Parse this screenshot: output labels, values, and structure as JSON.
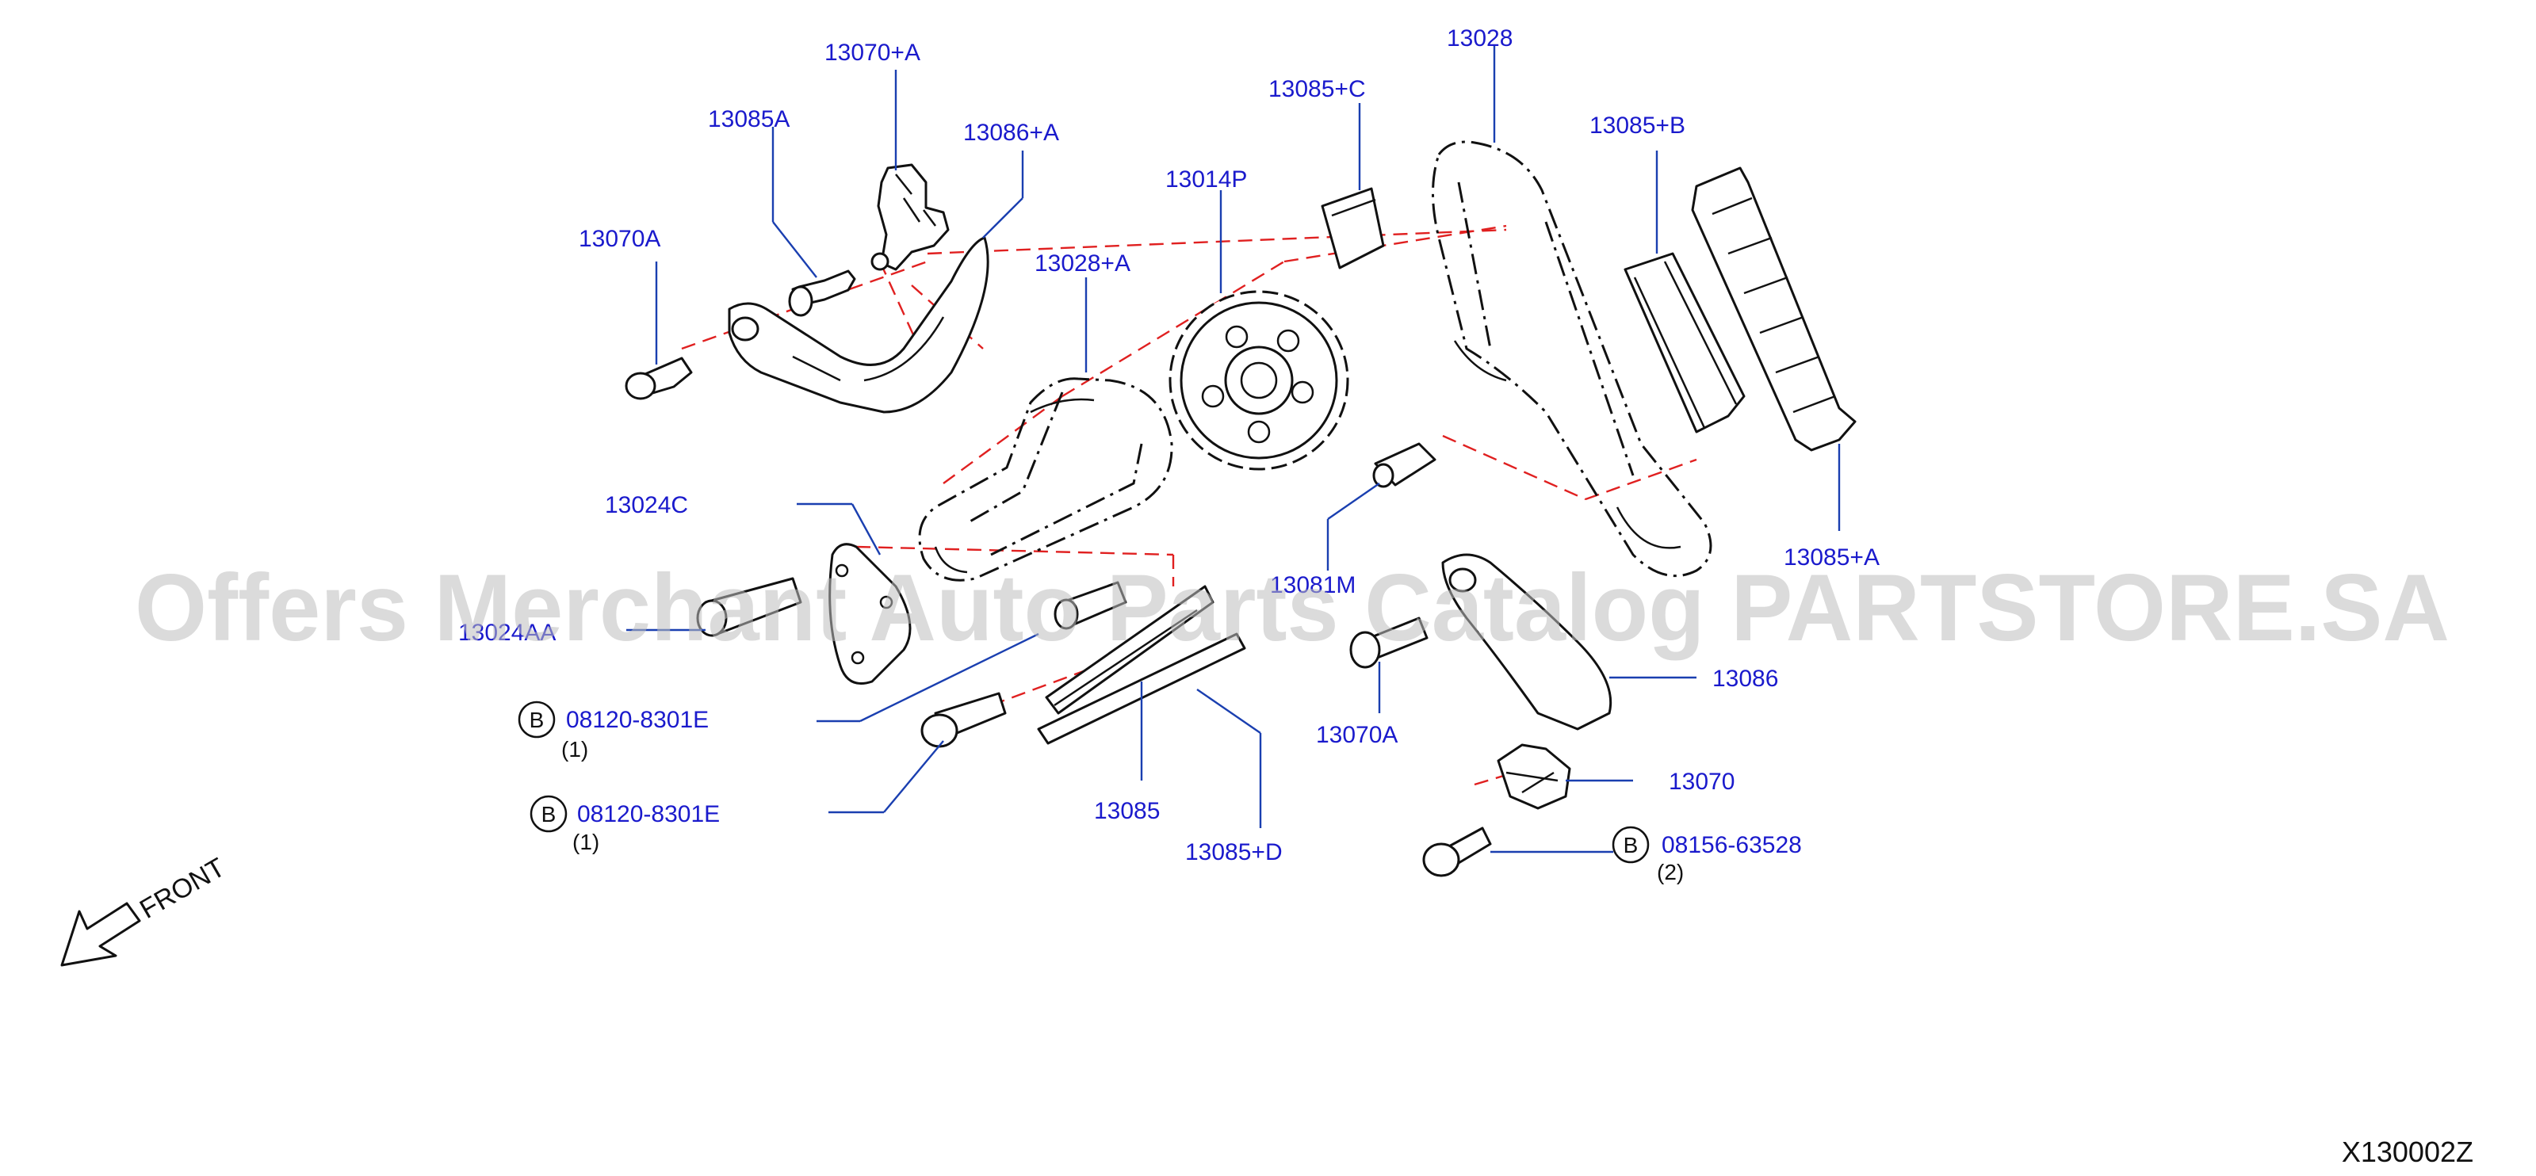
{
  "diagram": {
    "parts": [
      {
        "id": "p13070A_a",
        "label": "13070+A"
      },
      {
        "id": "p13085A",
        "label": "13085A"
      },
      {
        "id": "p13086A",
        "label": "13086+A"
      },
      {
        "id": "p13070A",
        "label": "13070A"
      },
      {
        "id": "p13028A",
        "label": "13028+A"
      },
      {
        "id": "p13014P",
        "label": "13014P"
      },
      {
        "id": "p13085C",
        "label": "13085+C"
      },
      {
        "id": "p13028",
        "label": "13028"
      },
      {
        "id": "p13085B",
        "label": "13085+B"
      },
      {
        "id": "p13085plusA",
        "label": "13085+A"
      },
      {
        "id": "p13024C",
        "label": "13024C"
      },
      {
        "id": "p13024AA",
        "label": "13024AA"
      },
      {
        "id": "p13081M",
        "label": "13081M"
      },
      {
        "id": "p13086",
        "label": "13086"
      },
      {
        "id": "p13070A_2",
        "label": "13070A"
      },
      {
        "id": "p13070",
        "label": "13070"
      },
      {
        "id": "p13085",
        "label": "13085"
      },
      {
        "id": "p13085D",
        "label": "13085+D"
      }
    ],
    "bolts": [
      {
        "badge": "B",
        "number": "08120-8301E",
        "qty": "(1)"
      },
      {
        "badge": "B",
        "number": "08120-8301E",
        "qty": "(1)"
      },
      {
        "badge": "B",
        "number": "08156-63528",
        "qty": "(2)"
      }
    ],
    "front_label": "FRONT",
    "diagram_code": "X130002Z",
    "watermark": "Offers Merchant Auto Parts Catalog PARTSTORE.SA"
  }
}
